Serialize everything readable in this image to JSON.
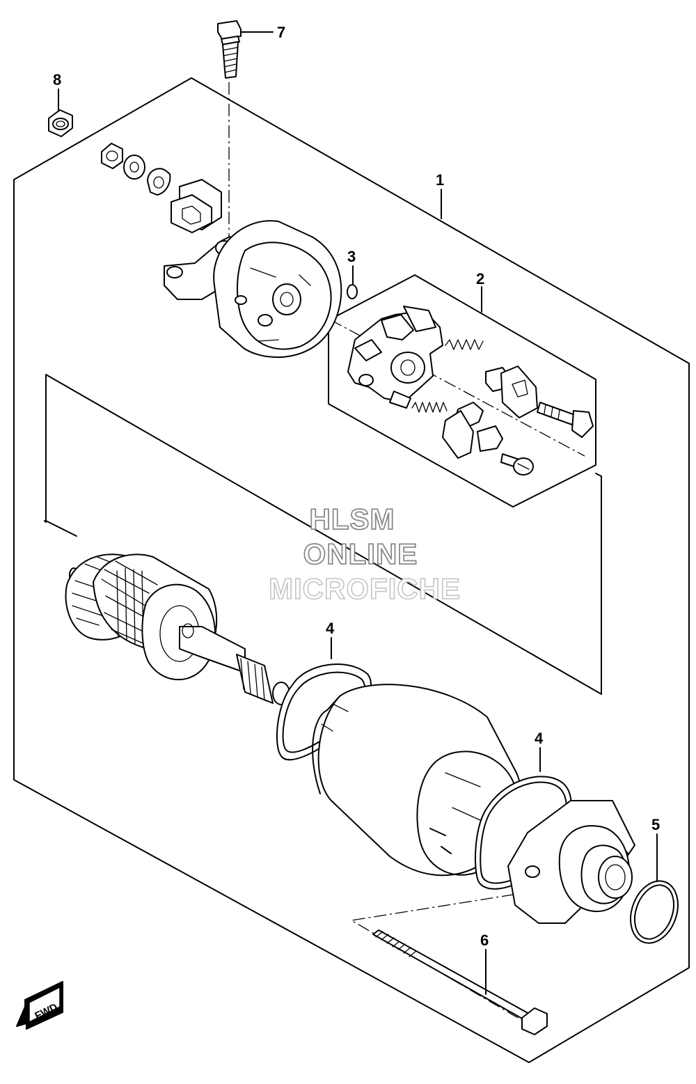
{
  "diagram": {
    "callouts": [
      {
        "id": "c7",
        "text": "7"
      },
      {
        "id": "c8",
        "text": "8"
      },
      {
        "id": "c1",
        "text": "1"
      },
      {
        "id": "c3",
        "text": "3"
      },
      {
        "id": "c2",
        "text": "2"
      },
      {
        "id": "c4a",
        "text": "4"
      },
      {
        "id": "c4b",
        "text": "4"
      },
      {
        "id": "c5",
        "text": "5"
      },
      {
        "id": "c6",
        "text": "6"
      }
    ],
    "watermark": {
      "line1": "HLSM",
      "line2": "ONLINE",
      "line3": "MICROFICHE"
    },
    "fwd_label": "FWD"
  }
}
